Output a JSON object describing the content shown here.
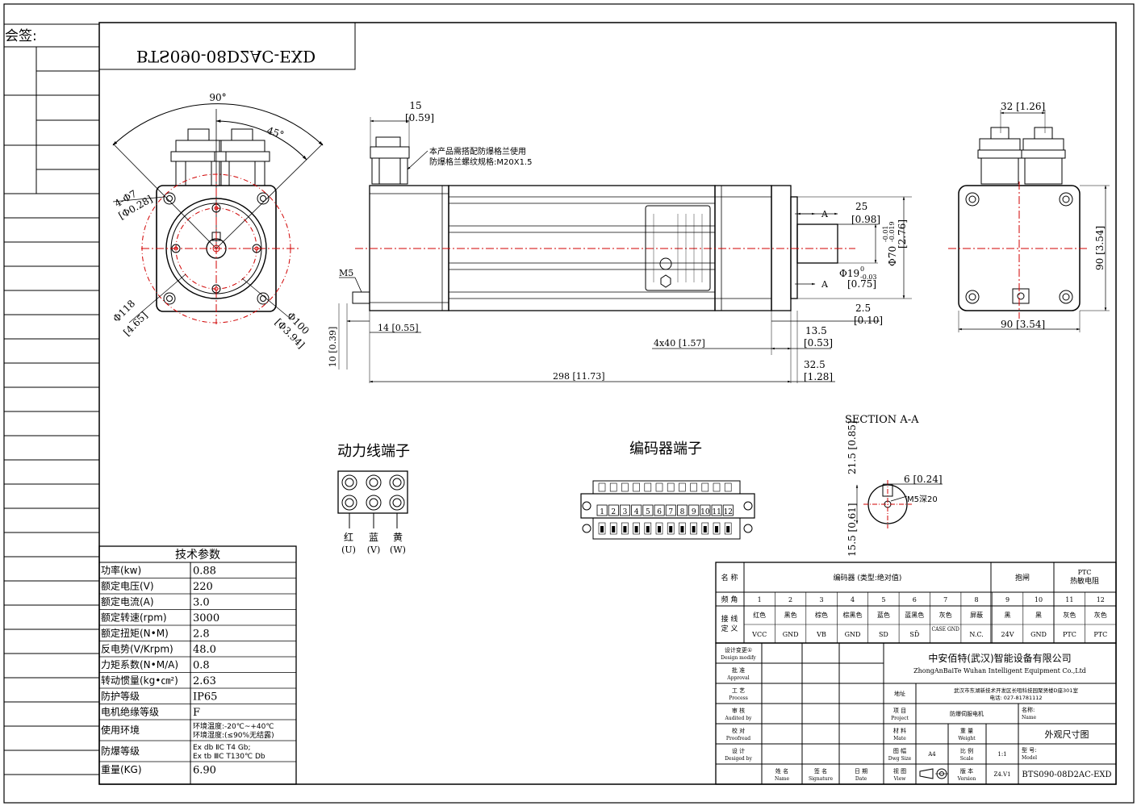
{
  "sign_label": "会签:",
  "model_mirrored": "BTS090-08D2AC-EXD",
  "front_view": {
    "angle_90": "90°",
    "angle_45": "45°",
    "hole_label": "4-Φ7",
    "hole_inch": "[Φ0.28]",
    "pcd_label": "Φ118",
    "pcd_inch": "[4.65]",
    "pilot_label": "Φ100",
    "pilot_inch": "[Φ3.94]"
  },
  "side_view": {
    "dim_15": "15",
    "dim_15_in": "[0.59]",
    "note_line1": "本产品需搭配防爆格兰使用",
    "note_line2": "防爆格兰螺纹规格:M20X1.5",
    "m5": "M5",
    "dim_10": "10 [0.39]",
    "dim_14": "14 [0.55]",
    "dim_4x40": "4x40 [1.57]",
    "dim_298": "298 [11.73]",
    "dim_25": "25",
    "dim_25_in": "[0.98]",
    "dim_70": "Φ70",
    "dim_70_tol_up": "-0.01",
    "dim_70_tol_low": "-0.019",
    "dim_70_in": "[2.76]",
    "dim_19": "Φ19",
    "dim_19_tol_up": "0",
    "dim_19_tol_low": "-0.03",
    "dim_19_in": "[0.75]",
    "dim_2_5": "2.5",
    "dim_2_5_in": "[0.10]",
    "dim_13_5": "13.5",
    "dim_13_5_in": "[0.53]",
    "dim_32_5": "32.5",
    "dim_32_5_in": "[1.28]",
    "section_marker": "A"
  },
  "rear_view": {
    "dim_32": "32 [1.26]",
    "dim_90_h": "90 [3.54]",
    "dim_90_v": "90 [3.54]"
  },
  "section": {
    "title": "SECTION A-A",
    "dim_6": "6 [0.24]",
    "dim_21_5": "21.5 [0.85]",
    "dim_15_5": "15.5 [0.61]",
    "thread_label": "M5深20"
  },
  "power_terminal": {
    "title": "动力线端子",
    "labels": [
      {
        "cn": "红",
        "en": "(U)"
      },
      {
        "cn": "蓝",
        "en": "(V)"
      },
      {
        "cn": "黄",
        "en": "(W)"
      }
    ]
  },
  "encoder_terminal": {
    "title": "编码器端子",
    "pins": [
      "1",
      "2",
      "3",
      "4",
      "5",
      "6",
      "7",
      "8",
      "9",
      "10",
      "11",
      "12"
    ]
  },
  "tech_params": {
    "title": "技术参数",
    "rows": [
      {
        "label": "功率(kw)",
        "value": "0.88"
      },
      {
        "label": "额定电压(V)",
        "value": "220"
      },
      {
        "label": "额定电流(A)",
        "value": "3.0"
      },
      {
        "label": "额定转速(rpm)",
        "value": "3000"
      },
      {
        "label": "额定扭矩(N•M)",
        "value": "2.8"
      },
      {
        "label": "反电势(V/Krpm)",
        "value": "48.0"
      },
      {
        "label": "力矩系数(N•M/A)",
        "value": "0.8"
      },
      {
        "label": "转动惯量(kg•㎝²)",
        "value": "2.63"
      },
      {
        "label": "防护等级",
        "value": "IP65"
      },
      {
        "label": "电机绝缘等级",
        "value": "F"
      },
      {
        "label": "使用环境",
        "value": "环境温度:-20℃~+40℃",
        "value2": "环境湿度:(≤90%无结露)"
      },
      {
        "label": "防爆等级",
        "value": "Ex db ⅡC T4 Gb;",
        "value2": "Ex tb ⅢC T130℃ Db"
      },
      {
        "label": "重量(KG)",
        "value": "6.90"
      }
    ]
  },
  "wiring": {
    "name_label": "名 称",
    "encoder_header": "编码器  (类型:绝对值)",
    "brake_header": "抱闸",
    "ptc_header_1": "PTC",
    "ptc_header_2": "热敏电阻",
    "pin_label": "频 角",
    "def_label_1": "接 线",
    "def_label_2": "定 义",
    "pins": [
      "1",
      "2",
      "3",
      "4",
      "5",
      "6",
      "7",
      "8",
      "9",
      "10",
      "11",
      "12"
    ],
    "colors": [
      "红色",
      "黑色",
      "棕色",
      "棕黑色",
      "蓝色",
      "蓝黑色",
      "灰色",
      "屏蔽",
      "黑",
      "黑",
      "灰色",
      "灰色"
    ],
    "signals": [
      "VCC",
      "GND",
      "VB",
      "GND",
      "SD",
      "SD̄",
      "CASE GND",
      "N.C.",
      "24V",
      "GND",
      "PTC",
      "PTC"
    ]
  },
  "title_block": {
    "design_modify_cn": "设计变更①",
    "design_modify_en": "Design modify",
    "approval_cn": "批 准",
    "approval_en": "Approval",
    "process_cn": "工 艺",
    "process_en": "Process",
    "audited_cn": "审 核",
    "audited_en": "Audited by",
    "proofread_cn": "校 对",
    "proofread_en": "Proofread",
    "designed_cn": "设 计",
    "designed_en": "Desiged by",
    "company_cn": "中安佰特(武汉)智能设备有限公司",
    "company_en": "ZhongAnBaiTe Wuhan Intelligent Equipment Co.,Ltd",
    "address_label": "地址",
    "address_line1": "武汉市东湖新技术开发区长咀科技园聚贤楼D座301室",
    "address_line2": "电话: 027-81781112",
    "project_cn": "项 目",
    "project_en": "Project",
    "project_value": "防爆伺服电机",
    "name_cn": "名称:",
    "name_en": "Name",
    "material_cn": "材 料",
    "material_en": "Mate",
    "weight_cn": "重 量",
    "weight_en": "Weight",
    "drawing_name": "外观尺寸图",
    "dwg_size_cn": "图 幅",
    "dwg_size_en": "Dwg Size",
    "dwg_size_value": "A4",
    "scale_cn": "比 例",
    "scale_en": "Scale",
    "scale_value": "1:1",
    "model_cn": "型 号:",
    "model_en": "Model",
    "sig_name_cn": "姓 名",
    "sig_name_en": "Name",
    "sig_sign_cn": "签 名",
    "sig_sign_en": "Signature",
    "sig_date_cn": "日 期",
    "sig_date_en": "Date",
    "view_cn": "视 图",
    "view_en": "View",
    "version_cn": "版 本",
    "version_en": "Version",
    "version_value": "Z4.V1",
    "model_value": "BTS090-08D2AC-EXD"
  }
}
